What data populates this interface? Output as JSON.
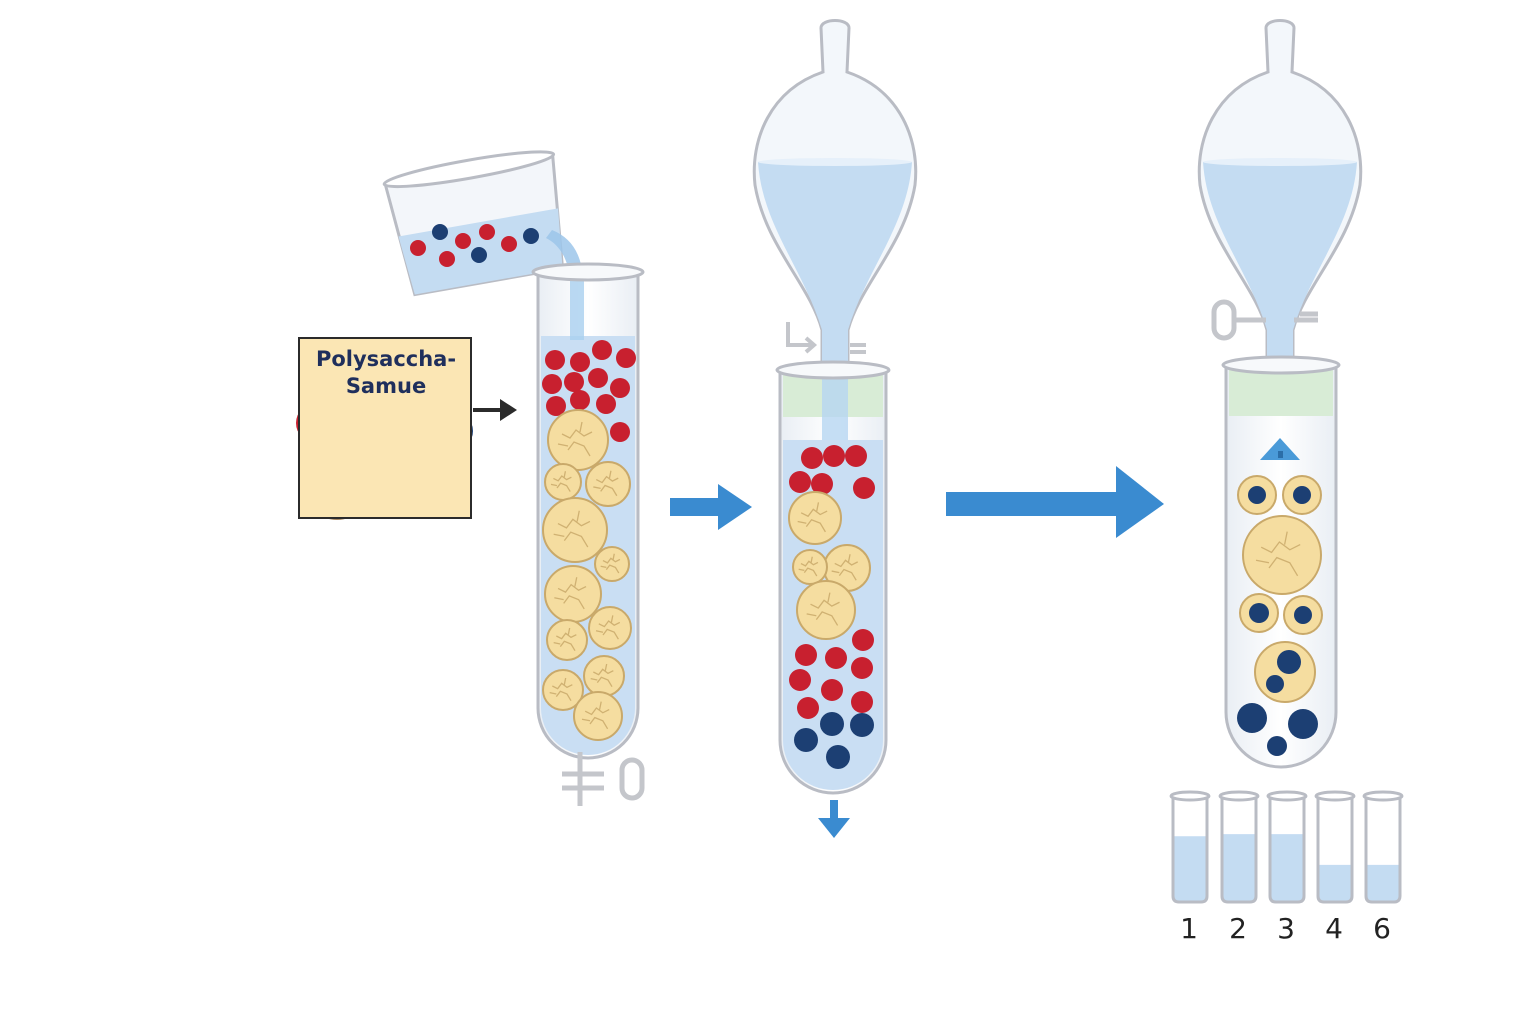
{
  "inset": {
    "title_line1": "Polysaccha-",
    "title_line2": "Samue"
  },
  "fractions": {
    "labels": [
      "1",
      "2",
      "3",
      "4",
      "6"
    ],
    "fill_levels": [
      0.62,
      0.64,
      0.64,
      0.35,
      0.35
    ]
  },
  "colors": {
    "red_particle": "#c8202f",
    "blue_particle": "#1c3f73",
    "gel_bead": "#f5dda0",
    "gel_bead_edge": "#c9a96a",
    "liquid": "#c4dcf2",
    "arrow": "#3a8bd0",
    "glass": "#b9bcc4",
    "frit": "#d8ecd6"
  },
  "icons": [
    "pour-beaker",
    "column",
    "separatory-funnel",
    "stopcock",
    "flow-arrow",
    "fraction-tube"
  ]
}
